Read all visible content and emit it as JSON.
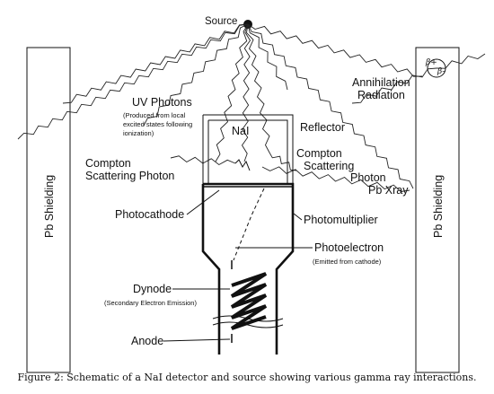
{
  "diagram": {
    "labels": {
      "source": "Source",
      "pb_shielding_left": "Pb Shielding",
      "pb_shielding_right": "Pb Shielding",
      "annihilation": [
        "Annihilation",
        "Radiation"
      ],
      "uv_photons": "UV Photons",
      "uv_note": [
        "(Produced from local",
        "excited states following",
        "ionization)"
      ],
      "nai": "NaI",
      "reflector": "Reflector",
      "compton_scattering_photon": [
        "Compton",
        "Scattering Photon"
      ],
      "compton_scattering": [
        "Compton",
        "Scattering"
      ],
      "photon": "Photon",
      "pb_xray": "Pb Xray",
      "photocathode": "Photocathode",
      "photomultiplier": "Photomultiplier",
      "photoelectron": "Photoelectron",
      "photoelectron_note": "(Emitted from cathode)",
      "dynode": "Dynode",
      "dynode_note": "(Secondary Electron Emission)",
      "anode": "Anode",
      "beta_plus": "β+",
      "beta_minus": "β-"
    }
  },
  "caption": "Figure 2: Schematic of a NaI detector and source showing various gamma ray interactions."
}
